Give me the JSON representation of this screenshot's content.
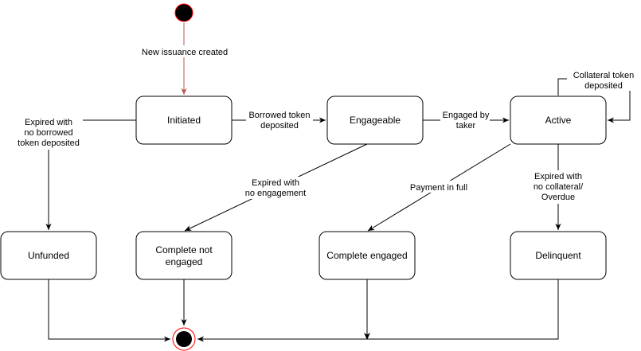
{
  "diagram": {
    "colors": {
      "line": "#000000",
      "initial_edge": "#b85450",
      "final_ring": "#ff0000",
      "node_fill": "#000000",
      "box_fill": "#ffffff"
    },
    "states": {
      "initiated": "Initiated",
      "engageable": "Engageable",
      "active": "Active",
      "unfunded": "Unfunded",
      "complete_not_engaged": [
        "Complete not",
        "engaged"
      ],
      "complete_engaged": "Complete engaged",
      "delinquent": "Delinquent"
    },
    "transitions": {
      "new_issuance": "New issuance created",
      "borrowed_token_deposited": [
        "Borrowed token",
        "deposited"
      ],
      "engaged_by_taker": [
        "Engaged by",
        "taker"
      ],
      "collateral_token_deposited": [
        "Collateral token",
        "deposited"
      ],
      "expired_no_borrowed": [
        "Expired with",
        "no borrowed",
        "token deposited"
      ],
      "expired_no_engagement": [
        "Expired with",
        "no engagement"
      ],
      "payment_in_full": "Payment in full",
      "expired_no_collateral": [
        "Expired with",
        "no collateral/",
        "Overdue"
      ]
    }
  }
}
